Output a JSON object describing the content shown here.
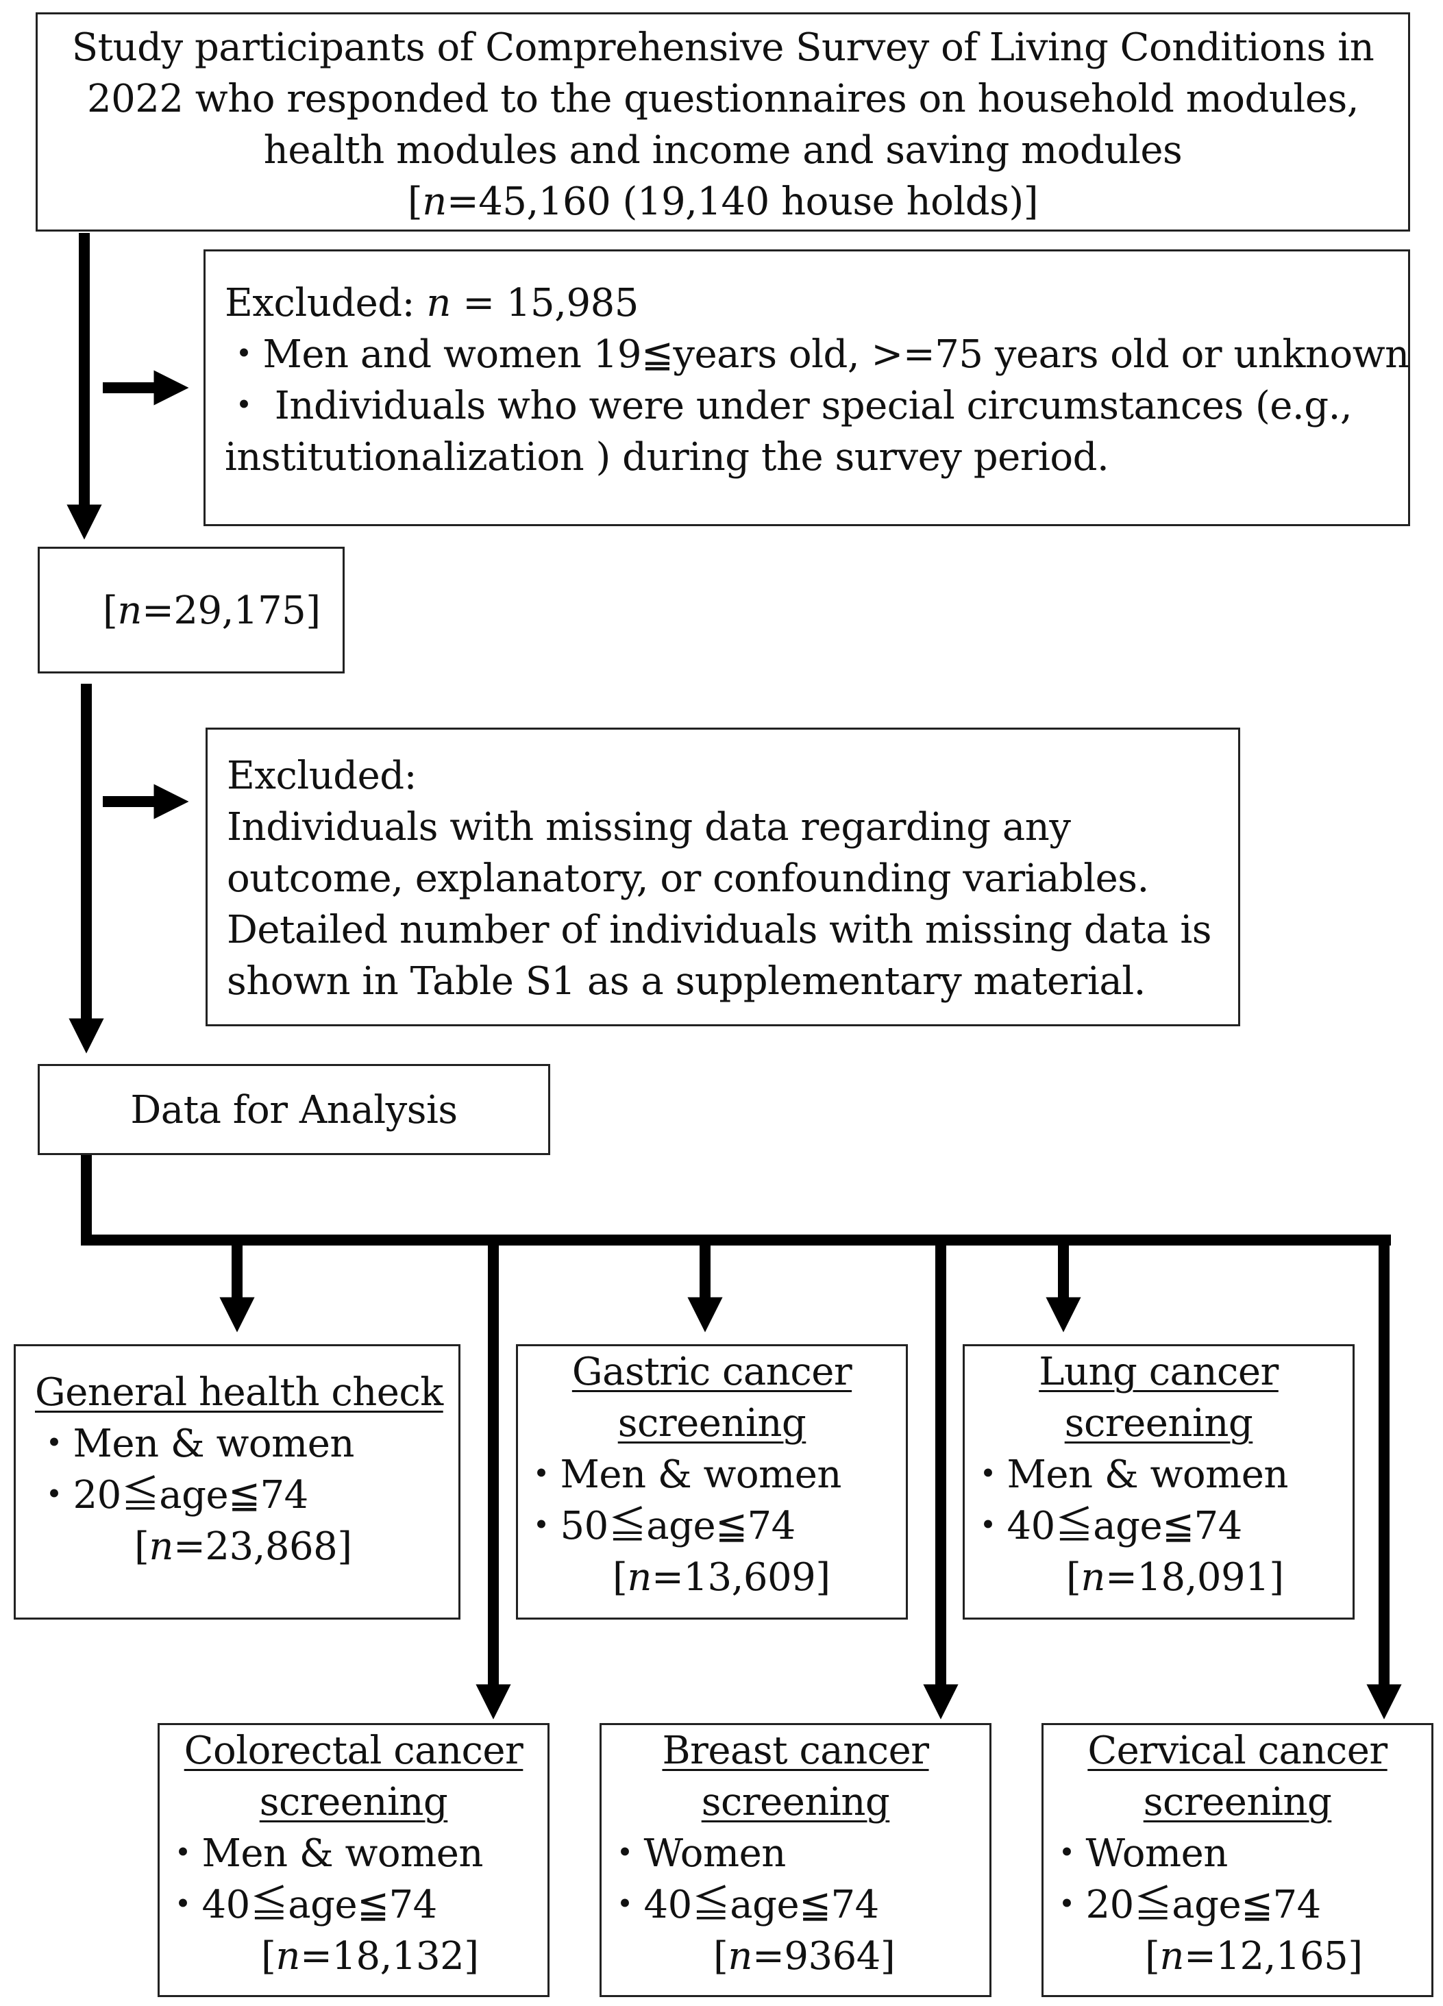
{
  "top": {
    "line1": "Study participants of Comprehensive Survey of Living Conditions in",
    "line2": "2022 who responded to the questionnaires on household modules,",
    "line3": "health modules and income and saving modules",
    "n_open": "[",
    "n_var": "n",
    "n_rest": "=45,160 (19,140 house holds)]"
  },
  "exclusion1": {
    "label": "Excluded: ",
    "n_var": "n",
    "n_rest": " = 15,985",
    "item1": "・Men and women 19≦years old,  >=75 years old or unknown",
    "item2": "・ Individuals who were under special circumstances (e.g.,",
    "item3": "institutionalization ) during the survey period."
  },
  "count1": {
    "open": "[",
    "n_var": "n",
    "rest": "=29,175]"
  },
  "exclusion2": {
    "line1": "Excluded:",
    "line2": "Individuals with missing data regarding any",
    "line3": "outcome, explanatory, or confounding variables.",
    "line4": "Detailed number of individuals with missing data is",
    "line5": "shown in Table S1 as a supplementary material."
  },
  "analysis": {
    "label": "Data for Analysis"
  },
  "general": {
    "title": "General health check",
    "sex": "・Men & women",
    "age": "・20≦age≦74",
    "n_open": "[",
    "n_var": "n",
    "n_rest": "=23,868]"
  },
  "gastric": {
    "title1": "Gastric cancer",
    "title2": "screening",
    "sex": "・Men & women",
    "age": "・50≦age≦74",
    "n_open": "[",
    "n_var": "n",
    "n_rest": "=13,609]"
  },
  "lung": {
    "title1": "Lung cancer",
    "title2": "screening",
    "sex": "・Men & women",
    "age": "・40≦age≦74",
    "n_open": "[",
    "n_var": "n",
    "n_rest": "=18,091]"
  },
  "colorectal": {
    "title1": "Colorectal cancer",
    "title2": "screening",
    "sex": "・Men & women",
    "age": "・40≦age≦74",
    "n_open": "[",
    "n_var": "n",
    "n_rest": "=18,132]"
  },
  "breast": {
    "title1": "Breast cancer",
    "title2": "screening",
    "sex": "・Women",
    "age": "・40≦age≦74",
    "n_open": "[",
    "n_var": "n",
    "n_rest": "=9364]"
  },
  "cervical": {
    "title1": "Cervical cancer",
    "title2": "screening",
    "sex": "・Women",
    "age": "・20≦age≦74",
    "n_open": "[",
    "n_var": "n",
    "n_rest": "=12,165]"
  }
}
